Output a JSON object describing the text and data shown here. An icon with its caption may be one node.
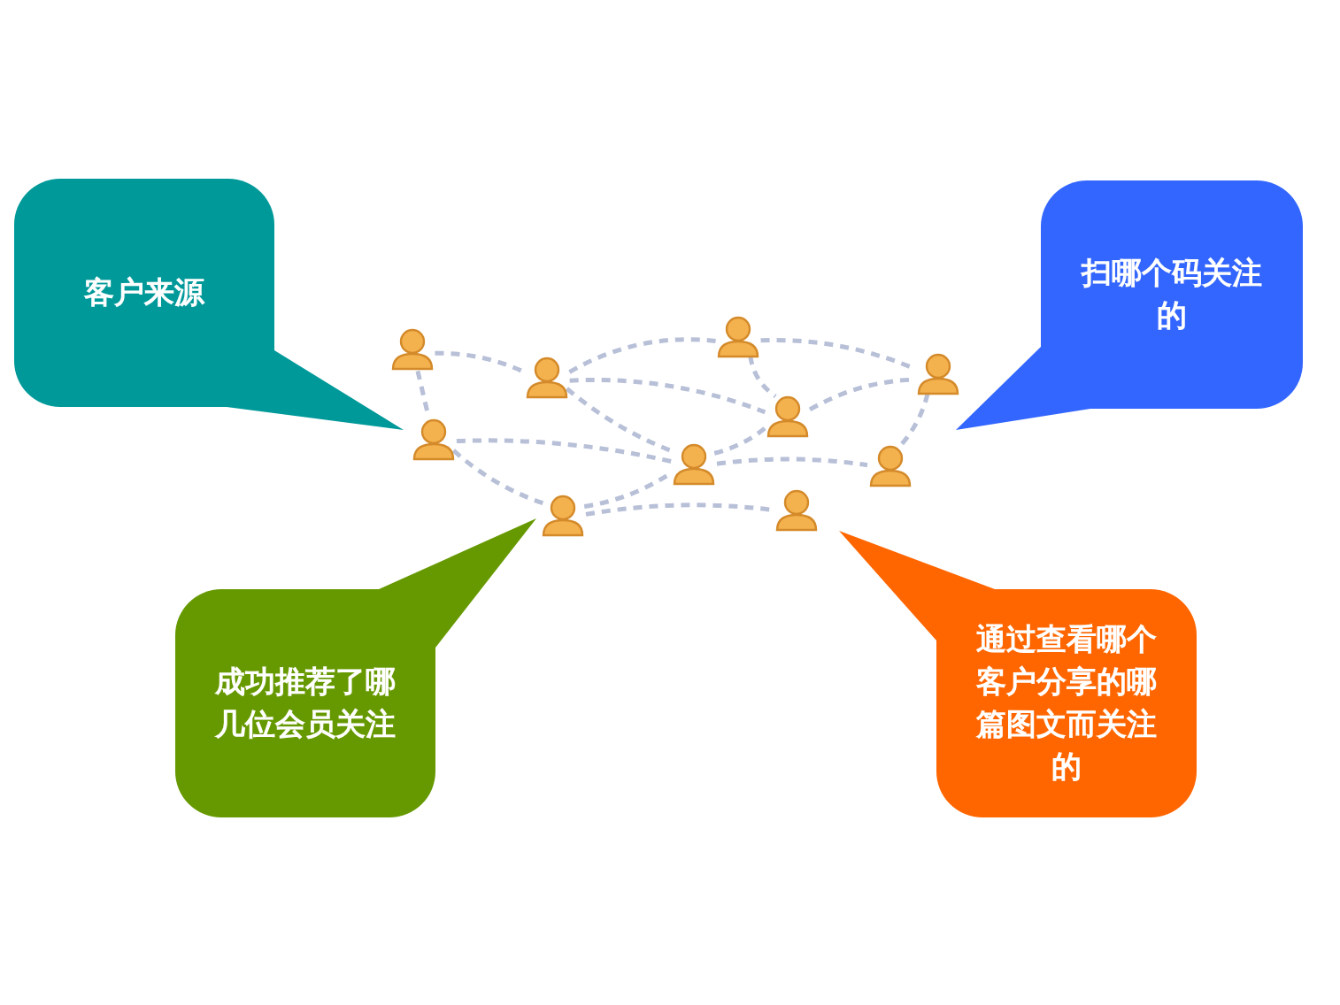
{
  "diagram": {
    "nodes": [
      {
        "text": [
          "客户来源"
        ]
      },
      {
        "text": [
          "扫哪个码关注的"
        ]
      },
      {
        "text": [],
        "shape": "person"
      },
      {
        "text": [],
        "shape": "person"
      },
      {
        "text": [],
        "shape": "person"
      },
      {
        "text": [],
        "shape": "person"
      },
      {
        "text": [],
        "shape": "person"
      },
      {
        "text": [],
        "shape": "person"
      },
      {
        "text": [],
        "shape": "person"
      },
      {
        "text": [],
        "shape": "person"
      },
      {
        "text": [],
        "shape": "person"
      },
      {
        "text": [],
        "shape": "person"
      },
      {
        "text": [
          "成功推荐了哪几位会员关注"
        ]
      },
      {
        "text": [
          "通过查看哪个客户分享的哪篇图文而关注的"
        ]
      }
    ],
    "edges": [
      {
        "from": 2,
        "to": 4,
        "arrow": "none",
        "style": "dashed"
      },
      {
        "from": 2,
        "to": 3,
        "arrow": "none",
        "style": "dashed"
      },
      {
        "from": 4,
        "to": 7,
        "arrow": "none",
        "style": "dashed"
      },
      {
        "from": 4,
        "to": 8,
        "arrow": "none",
        "style": "dashed"
      },
      {
        "from": 4,
        "to": 6,
        "arrow": "none",
        "style": "dashed"
      },
      {
        "from": 7,
        "to": 11,
        "arrow": "none",
        "style": "dashed"
      },
      {
        "from": 7,
        "to": 8,
        "arrow": "none",
        "style": "dashed"
      },
      {
        "from": 8,
        "to": 11,
        "arrow": "none",
        "style": "dashed"
      },
      {
        "from": 11,
        "to": 10,
        "arrow": "none",
        "style": "dashed"
      },
      {
        "from": 3,
        "to": 6,
        "arrow": "none",
        "style": "dashed"
      },
      {
        "from": 3,
        "to": 5,
        "arrow": "none",
        "style": "dashed"
      },
      {
        "from": 5,
        "to": 6,
        "arrow": "none",
        "style": "dashed"
      },
      {
        "from": 6,
        "to": 8,
        "arrow": "none",
        "style": "dashed"
      },
      {
        "from": 6,
        "to": 10,
        "arrow": "none",
        "style": "dashed"
      },
      {
        "from": 5,
        "to": 9,
        "arrow": "none",
        "style": "dashed"
      }
    ]
  }
}
